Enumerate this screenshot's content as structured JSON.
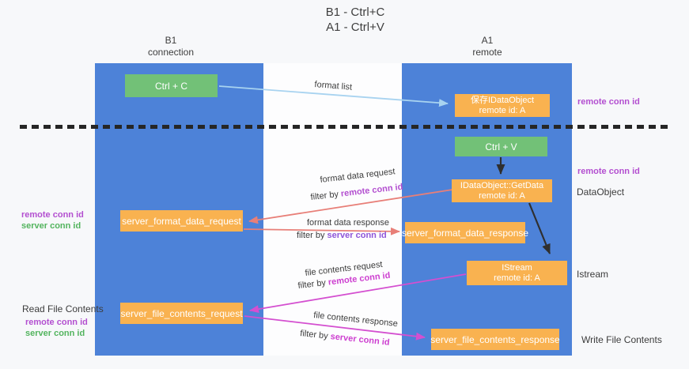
{
  "page": {
    "title_line1": "B1 - Ctrl+C",
    "title_line2": "A1 - Ctrl+V"
  },
  "columns": {
    "left": {
      "title": "B1",
      "subtitle": "connection"
    },
    "right": {
      "title": "A1",
      "subtitle": "remote"
    }
  },
  "nodes": {
    "ctrl_c": {
      "label": "Ctrl + C"
    },
    "save_idataobject": {
      "line1": "保存IDataObject",
      "line2": "remote id: A"
    },
    "ctrl_v": {
      "label": "Ctrl + V"
    },
    "getdata": {
      "line1": "IDataObject::GetData",
      "line2": "remote id: A"
    },
    "server_format_data_request": {
      "label": "server_format_data_request"
    },
    "server_format_data_response": {
      "label": "server_format_data_response"
    },
    "istream": {
      "line1": "IStream",
      "line2": "remote id: A"
    },
    "server_file_contents_request": {
      "label": "server_file_contents_request"
    },
    "server_file_contents_response": {
      "label": "server_file_contents_response"
    }
  },
  "edge_labels": {
    "format_list": "format list",
    "format_data_request": "format data request",
    "format_data_response": "format data response",
    "file_contents_request": "file contents request",
    "file_contents_response": "file contents response",
    "filter_by": "filter by",
    "remote_conn_id": "remote conn id",
    "server_conn_id": "server conn id"
  },
  "side_labels": {
    "left": {
      "remote_conn_id": "remote conn id",
      "server_conn_id": "server conn id",
      "read_file_contents": "Read File Contents",
      "remote_conn_id_2": "remote conn id",
      "server_conn_id_2": "server conn id"
    },
    "right": {
      "remote_conn_id_top": "remote conn id",
      "remote_conn_id_mid": "remote conn id",
      "dataobject": "DataObject",
      "istream": "Istream",
      "write_file_contents": "Write File Contents"
    }
  },
  "colors": {
    "column_blue": "#4d82d8",
    "box_green": "#72c177",
    "box_orange": "#f9b250",
    "label_purple": "#b34fd0",
    "label_violet": "#8f55d9",
    "label_green": "#53b45e",
    "label_magenta": "#cd3fd0",
    "arrow_lightblue": "#a8d3f0",
    "arrow_black": "#2f2f2f",
    "arrow_salmon": "#e87f78",
    "arrow_magenta": "#d44fd0",
    "dashed_line": "#262626"
  }
}
